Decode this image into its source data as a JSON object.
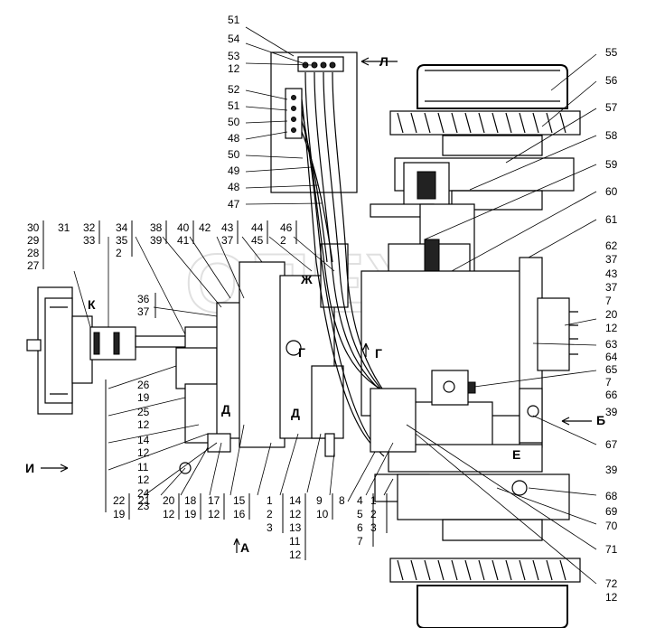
{
  "watermark": "ОПЕХ",
  "zone_letters": {
    "L": "Л",
    "K": "К",
    "Zh": "Ж",
    "G1": "Г",
    "G2": "Г",
    "D1": "Д",
    "D2": "Д",
    "E": "Е",
    "B": "Б",
    "I": "И",
    "A": "А"
  },
  "left_top_stacks": [
    [
      "30",
      "29",
      "28",
      "27"
    ],
    [
      "31"
    ],
    [
      "32",
      "33"
    ],
    [
      "34",
      "35",
      "2"
    ],
    [
      "38",
      "39"
    ],
    [
      "40",
      "41"
    ],
    [
      "42"
    ],
    [
      "43",
      "37"
    ],
    [
      "44",
      "45"
    ],
    [
      "46",
      "2"
    ]
  ],
  "center_top_callouts": [
    "51",
    "54",
    "53",
    "12",
    "52",
    "51",
    "50",
    "48",
    "50",
    "49",
    "48",
    "47"
  ],
  "right_callouts": [
    "55",
    "56",
    "57",
    "58",
    "59",
    "60",
    "61",
    "62",
    "37",
    "43",
    "37",
    "7",
    "20",
    "12",
    "63",
    "64",
    "65",
    "7",
    "66",
    "39",
    "67",
    "39",
    "68",
    "69",
    "70",
    "71",
    "72",
    "12"
  ],
  "left_side_callouts": [
    "36",
    "37",
    "26",
    "19",
    "25",
    "12",
    "14",
    "12",
    "11",
    "12",
    "24",
    "23"
  ],
  "bottom_stacks": [
    [
      "22",
      "19"
    ],
    [
      "21"
    ],
    [
      "20",
      "12"
    ],
    [
      "18",
      "19"
    ],
    [
      "17",
      "12"
    ],
    [
      "15",
      "16"
    ],
    [
      "1",
      "2",
      "3"
    ],
    [
      "14",
      "12",
      "13",
      "11",
      "12"
    ],
    [
      "9",
      "10"
    ],
    [
      "8"
    ],
    [
      "4",
      "5",
      "6",
      "7"
    ],
    [
      "1",
      "2",
      "3"
    ]
  ]
}
